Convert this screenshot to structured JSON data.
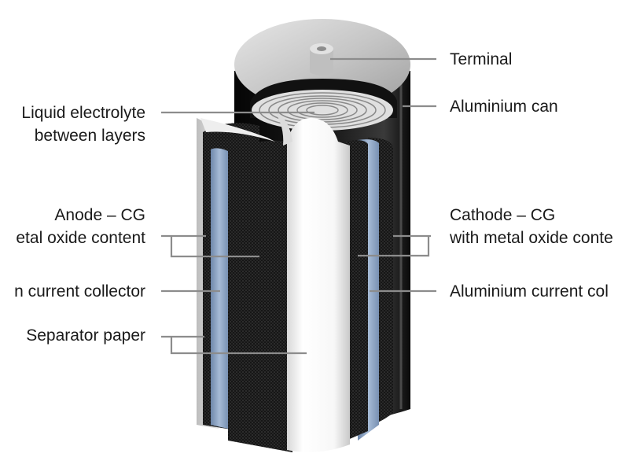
{
  "labels": {
    "terminal": "Terminal",
    "aluminium_can": "Aluminium can",
    "electrolyte_line1": "Liquid electrolyte",
    "electrolyte_line2": "between layers",
    "anode_line1": "Anode – CG",
    "anode_line2": "etal oxide content",
    "anode_collector": "n current collector",
    "separator": "Separator paper",
    "cathode_line1": "Cathode – CG",
    "cathode_line2": "with metal oxide conte",
    "cathode_collector": "Aluminium current col"
  },
  "colors": {
    "black_layer": "#141414",
    "blue_layer": "#8ea6c6",
    "white_paper": "#f4f4f4",
    "can_top": "#cfcfcf",
    "leader_line": "#8c8c8c"
  }
}
